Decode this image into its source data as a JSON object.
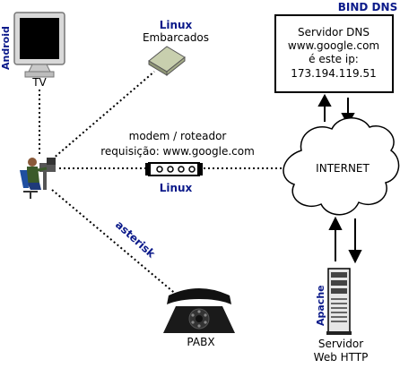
{
  "nodes": {
    "tv": {
      "label": "TV",
      "os_label": "Android",
      "icon": "monitor-icon"
    },
    "embedded": {
      "os_label": "Linux",
      "label": "Embarcados",
      "icon": "embedded-board-icon"
    },
    "user": {
      "icon": "user-at-computer-icon"
    },
    "router": {
      "label_line1": "modem / roteador",
      "label_line2": "requisição: www.google.com",
      "os_label": "Linux",
      "icon": "router-icon"
    },
    "pabx": {
      "os_label": "asterisk",
      "label": "PABX",
      "icon": "telephone-icon"
    },
    "internet": {
      "label": "INTERNET",
      "icon": "cloud-icon"
    },
    "dns": {
      "title": "BIND DNS",
      "lines": [
        "Servidor DNS",
        "www.google.com",
        "é este ip:",
        "173.194.119.51"
      ]
    },
    "web": {
      "os_label": "Apache",
      "label_line1": "Servidor",
      "label_line2": "Web HTTP",
      "icon": "server-tower-icon"
    }
  },
  "colors": {
    "os_label": "#0b1a8a",
    "line": "#000000"
  }
}
